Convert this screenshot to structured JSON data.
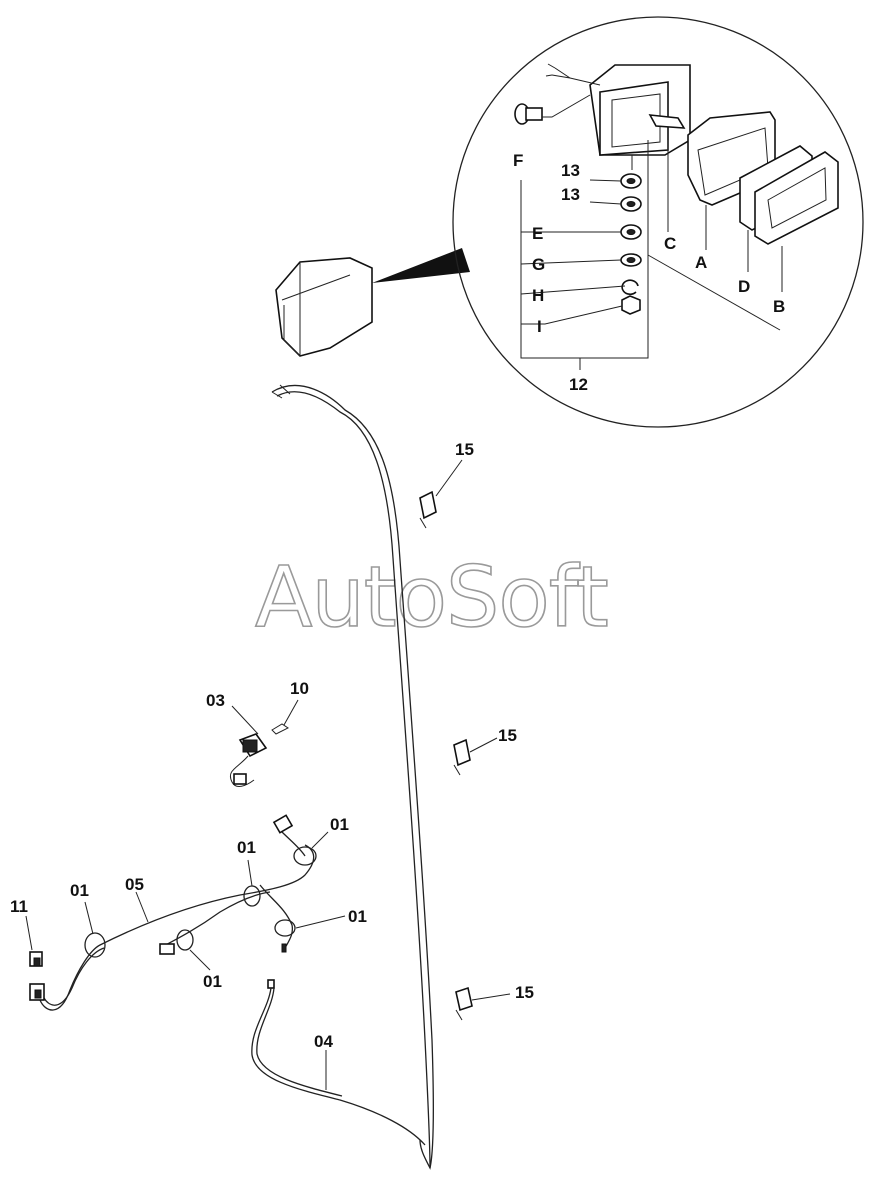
{
  "watermark": "AutoSoft",
  "labels": {
    "F": "F",
    "13a": "13",
    "13b": "13",
    "E": "E",
    "G": "G",
    "H": "H",
    "I": "I",
    "C": "C",
    "A": "A",
    "D": "D",
    "B": "B",
    "12": "12",
    "15a": "15",
    "15b": "15",
    "15c": "15",
    "03": "03",
    "10": "10",
    "01a": "01",
    "01b": "01",
    "01c": "01",
    "01d": "01",
    "01e": "01",
    "05": "05",
    "11": "11",
    "04": "04"
  },
  "colors": {
    "ink": "#111111",
    "watermark_outline": "#9a9a9a",
    "background": "#ffffff"
  }
}
